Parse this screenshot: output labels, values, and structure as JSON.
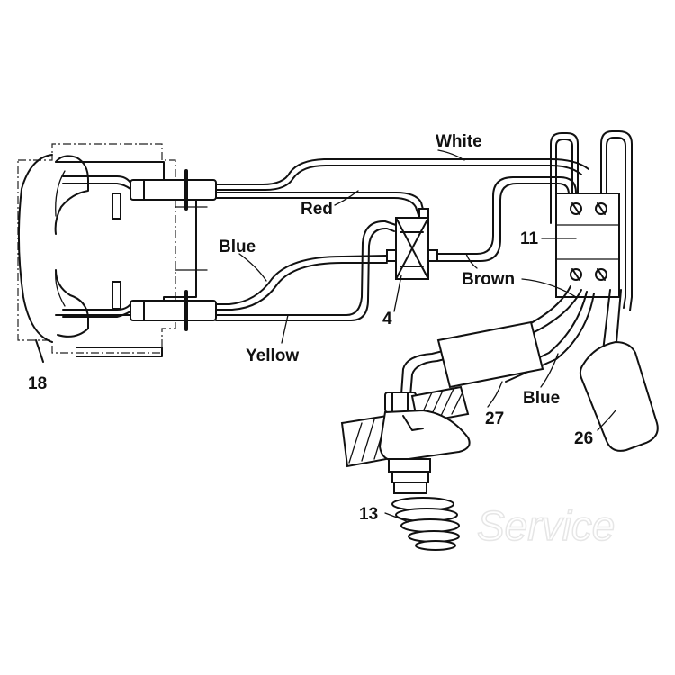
{
  "wire_labels": {
    "white": "White",
    "red": "Red",
    "blue_upper": "Blue",
    "yellow": "Yellow",
    "brown": "Brown",
    "blue_lower": "Blue"
  },
  "callouts": {
    "c18": "18",
    "c4": "4",
    "c11": "11",
    "c27": "27",
    "c26": "26",
    "c13": "13"
  },
  "watermark": "Service"
}
